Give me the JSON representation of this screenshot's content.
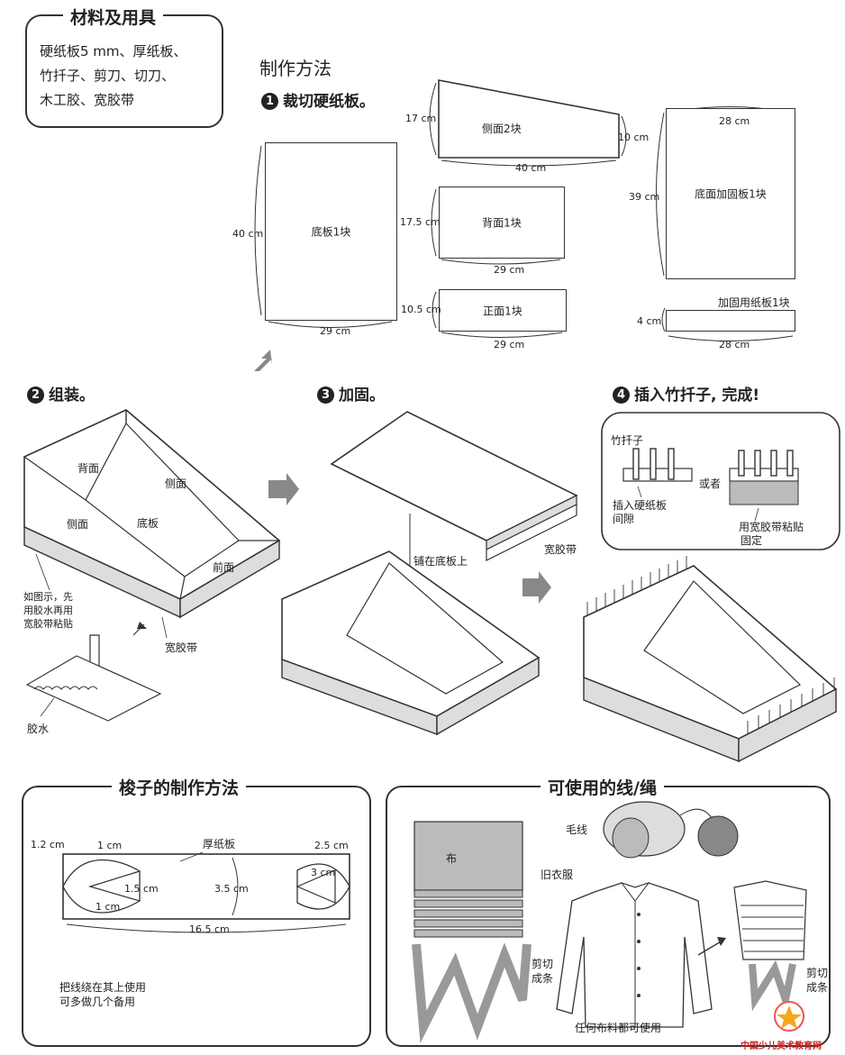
{
  "materials": {
    "title": "材料及用具",
    "lines": [
      "硬纸板5 mm、厚纸板、",
      "竹扦子、剪刀、切刀、",
      "木工胶、宽胶带"
    ]
  },
  "method": {
    "title": "制作方法",
    "step1": {
      "num": "1",
      "title": "裁切硬纸板。"
    },
    "step2": {
      "num": "2",
      "title": "组装。"
    },
    "step3": {
      "num": "3",
      "title": "加固。"
    },
    "step4": {
      "num": "4",
      "title": "插入竹扦子, 完成!"
    }
  },
  "pieces": {
    "base": {
      "name": "底板1块",
      "w": "29 cm",
      "h": "40 cm"
    },
    "side": {
      "name": "侧面2块",
      "w": "40 cm",
      "h1": "17 cm",
      "h2": "10 cm"
    },
    "back": {
      "name": "背面1块",
      "w": "29 cm",
      "h": "17.5 cm"
    },
    "front": {
      "name": "正面1块",
      "w": "29 cm",
      "h": "10.5 cm"
    },
    "reinforce": {
      "name": "底面加固板1块",
      "w": "28 cm",
      "h": "39 cm"
    },
    "strip": {
      "name": "加固用纸板1块",
      "w": "28 cm",
      "h": "4 cm"
    }
  },
  "assembly": {
    "back": "背面",
    "side1": "侧面",
    "side2": "侧面",
    "base": "底板",
    "front": "前面",
    "note": [
      "如图示，先",
      "用胶水再用",
      "宽胶带粘贴"
    ],
    "tape": "宽胶带",
    "glue": "胶水"
  },
  "reinforce_step": {
    "lay": "铺在底板上",
    "tape": "宽胶带"
  },
  "finish": {
    "skewer": "竹扦子",
    "insert": [
      "插入硬纸板",
      "间隙"
    ],
    "or": "或者",
    "tape_fix": [
      "用宽胶带粘贴",
      "固定"
    ]
  },
  "shuttle": {
    "title": "梭子的制作方法",
    "material": "厚纸板",
    "dims": {
      "a": "1.2 cm",
      "b": "1 cm",
      "c": "1.5 cm",
      "d": "1 cm",
      "e": "3.5 cm",
      "f": "2.5 cm",
      "g": "3 cm",
      "len": "16.5 cm"
    },
    "note": [
      "把线绕在其上使用",
      "可多做几个备用"
    ]
  },
  "threads": {
    "title": "可使用的线/绳",
    "cloth": "布",
    "yarn": "毛线",
    "old_clothes": "旧衣服",
    "cut1": [
      "剪切",
      "成条"
    ],
    "cut2": [
      "剪切",
      "成条"
    ],
    "note": "任何布料都可使用"
  },
  "watermark": "中国少儿美术教育网"
}
